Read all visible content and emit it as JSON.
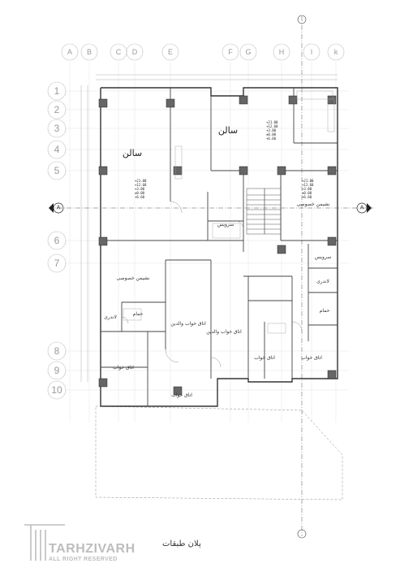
{
  "grid": {
    "columns": [
      "A",
      "B",
      "C",
      "D",
      "E",
      "F",
      "G",
      "H",
      "I",
      "k"
    ],
    "rows": [
      "1",
      "2",
      "3",
      "4",
      "5",
      "6",
      "7",
      "8",
      "9",
      "10"
    ]
  },
  "section_marks": {
    "left": "A",
    "right": "A"
  },
  "rooms": {
    "salon_left": "سالن",
    "salon_right": "سالن",
    "nishiman_right": "نشیمن خصوصی",
    "nishiman_left": "نشیمن خصوصی",
    "service_center": "سرویس",
    "service_right": "سرویس",
    "hammam_left": "حمام",
    "laundry_left": "لاندری",
    "laundry_right": "لاندری",
    "hammam_right": "حمام",
    "bed_master_left": "اتاق خواب والدین",
    "bed_master_right": "اتاق خواب والدین",
    "bed_left_1": "اتاق خواب",
    "bed_left_2": "اتاق خواب",
    "bed_right_1": "اتاق خواب",
    "bed_right_2": "اتاق خواب"
  },
  "levels": [
    "+21.00",
    "+12.60",
    "+3.80",
    "±0.00",
    "+6.60"
  ],
  "title": "پلان طبقات",
  "watermark": {
    "brand": "TARHZIVARH",
    "rights": "ALL RIGHT RESERVED"
  }
}
